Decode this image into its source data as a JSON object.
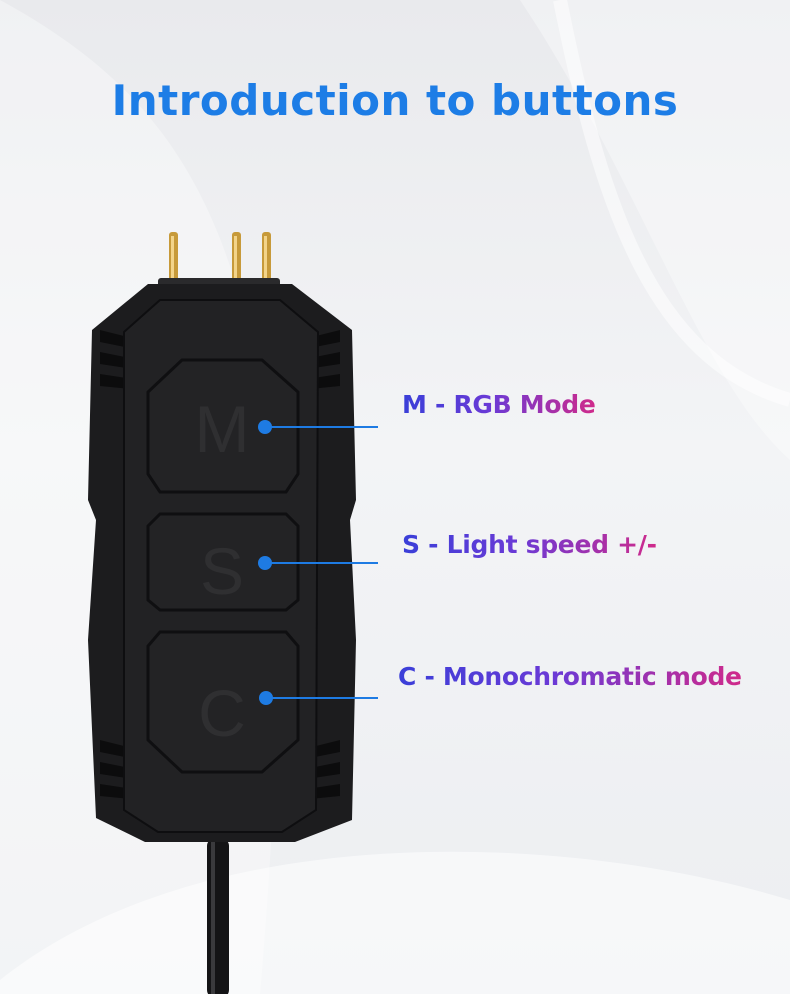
{
  "title": "Introduction to buttons",
  "colors": {
    "title": "#1d7de6",
    "callout_start": "#3a3fd8",
    "callout_end": "#d02a8a",
    "leader_line": "#1e7be3",
    "device_body": "#1c1c1e"
  },
  "buttons": [
    {
      "letter": "M",
      "description": "M - RGB Mode"
    },
    {
      "letter": "S",
      "description": "S - Light speed +/-"
    },
    {
      "letter": "C",
      "description": "C - Monochromatic mode"
    }
  ]
}
